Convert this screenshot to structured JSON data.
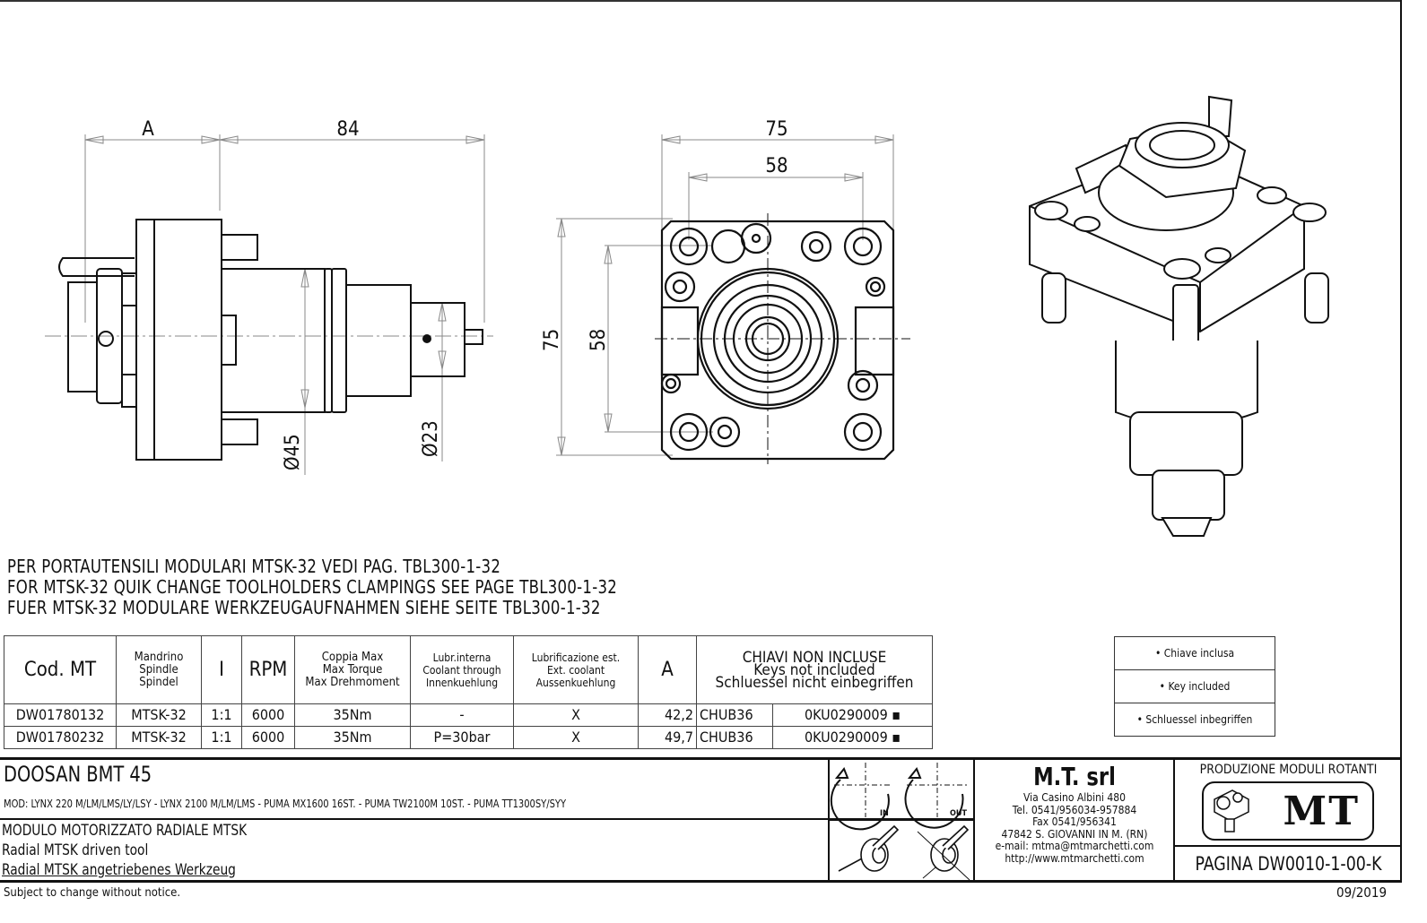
{
  "drawing": {
    "side_view": {
      "dim_A": "A",
      "dim_length": "84",
      "dim_dia_body": "Ø45",
      "dim_dia_tip": "Ø23"
    },
    "front_view": {
      "dim_width_outer": "75",
      "dim_width_inner": "58",
      "dim_height_outer": "75",
      "dim_height_inner": "58"
    }
  },
  "notes": [
    "PER PORTAUTENSILI MODULARI MTSK-32 VEDI PAG. TBL300-1-32",
    "FOR MTSK-32 QUIK CHANGE TOOLHOLDERS CLAMPINGS SEE PAGE TBL300-1-32",
    "FUER MTSK-32 MODULARE WERKZEUGAUFNAHMEN SIEHE SEITE TBL300-1-32"
  ],
  "spec_table": {
    "headers": {
      "code": "Cod. MT",
      "spindle": [
        "Mandrino",
        "Spindle",
        "Spindel"
      ],
      "ratio": "I",
      "rpm": "RPM",
      "torque": [
        "Coppia Max",
        "Max Torque",
        "Max Drehmoment"
      ],
      "internal_coolant": [
        "Lubr.interna",
        "Coolant through",
        "Innenkuehlung"
      ],
      "external_coolant": [
        "Lubrificazione est.",
        "Ext. coolant",
        "Aussenkuehlung"
      ],
      "A": "A",
      "keys": [
        "CHIAVI NON INCLUSE",
        "Keys not included",
        "Schluessel nicht einbegriffen"
      ]
    },
    "rows": [
      {
        "code": "DW01780132",
        "spindle": "MTSK-32",
        "ratio": "1:1",
        "rpm": "6000",
        "torque": "35Nm",
        "internal_coolant": "-",
        "external_coolant": "X",
        "A": "42,2",
        "key1": "CHUB36",
        "key2": "0KU0290009 ▪"
      },
      {
        "code": "DW01780232",
        "spindle": "MTSK-32",
        "ratio": "1:1",
        "rpm": "6000",
        "torque": "35Nm",
        "internal_coolant": "P=30bar",
        "external_coolant": "X",
        "A": "49,7",
        "key1": "CHUB36",
        "key2": "0KU0290009 ▪"
      }
    ]
  },
  "key_legend": [
    "• Chiave inclusa",
    "• Key included",
    "• Schluessel inbegriffen"
  ],
  "title_block": {
    "machine": "DOOSAN   BMT 45",
    "models": "MOD: LYNX 220 M/LM/LMS/LY/LSY - LYNX 2100 M/LM/LMS - PUMA MX1600 16ST. - PUMA TW2100M 10ST. - PUMA TT1300SY/SYY",
    "desc_it": "MODULO MOTORIZZATO RADIALE MTSK",
    "desc_en": "Radial MTSK driven tool",
    "desc_de": "Radial MTSK angetriebenes Werkzeug",
    "rotation_in": "IN",
    "rotation_out": "OUT",
    "company": "M.T. srl",
    "address": [
      "Via Casino Albini 480",
      "Tel. 0541/956034-957884",
      "Fax 0541/956341",
      "47842 S. GIOVANNI IN M. (RN)",
      "e-mail: mtma@mtmarchetti.com",
      "http://www.mtmarchetti.com"
    ],
    "production": "PRODUZIONE MODULI ROTANTI",
    "logo_text": "MT",
    "page": "PAGINA DW0010-1-00-K",
    "footer_note": "Subject to change without notice.",
    "date": "09/2019"
  }
}
